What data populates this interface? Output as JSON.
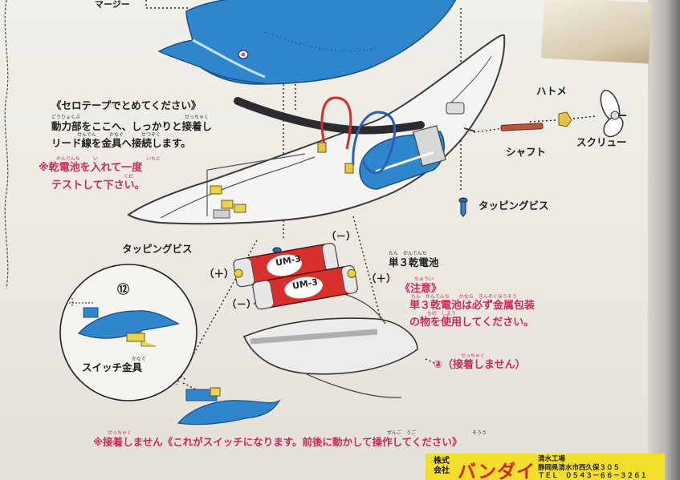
{
  "labels": {
    "top_cut": "マージー",
    "cello_tape": "《セロテープでとめてください》",
    "motor_line1": "動力部をここへ、しっかりと接着し",
    "motor_line2": "リード線を金具へ接続します。",
    "test_line1": "※乾電池を入れて一度",
    "test_line2": "テストして下さい。",
    "hatome": "ハトメ",
    "shaft": "シャフト",
    "screw": "スクリュー",
    "tapping_right": "タッピングビス",
    "tapping_left": "タッピングビス",
    "battery_label": "単３乾電池",
    "minus_top": "（－）",
    "plus_left": "（＋）",
    "minus_left": "（－）",
    "plus_right": "（＋）",
    "caution_title": "《注意》",
    "caution_line1": "単３乾電池は必ず金属包装",
    "caution_line2": "の物を使用してください。",
    "part_12": "⑫",
    "switch_metal": "スイッチ金具",
    "no_glue_3": "③（接着しません）",
    "bottom_note": "※接着しません《これがスイッチになります。前後に動かして操作してください》",
    "battery_text_1": "UM-3",
    "battery_text_2": "UM-3"
  },
  "ruby": {
    "douryokubu": "どうりょくぶ",
    "secchaku": "せっちゃく",
    "senden": "せんでん",
    "kanagu": "かなぐ",
    "setsuzoku": "せつぞく",
    "kandenchi": "かんでんち",
    "ire": "い",
    "ichido": "いちど",
    "kudasai": "くだ",
    "tan_kandenchi": "たん　かんでんち",
    "chuui": "ちゅうい",
    "caution_ruby": "たん　かんでんち　　かなら　きんぞくほうそう",
    "mono_shiyou": "もの　しよう",
    "kanagu2": "かなぐ",
    "secchaku2": "せっちゃく",
    "secchaku3": "せっちゃく",
    "zengo": "ぜんご　うご",
    "sousa": "そうさ"
  },
  "footer": {
    "company_type": "株式会社",
    "brand": "バンダイ",
    "factory": "清水工場",
    "address": "静岡県清水市西久保３０５",
    "tel": "ＴＥＬ　０５４３－６６－３２６１"
  },
  "colors": {
    "blue": "#2f86cd",
    "red": "#cf2a57",
    "battery_red": "#d8302d",
    "footer_yellow": "#f3df2b",
    "brand_red": "#d7231c"
  }
}
